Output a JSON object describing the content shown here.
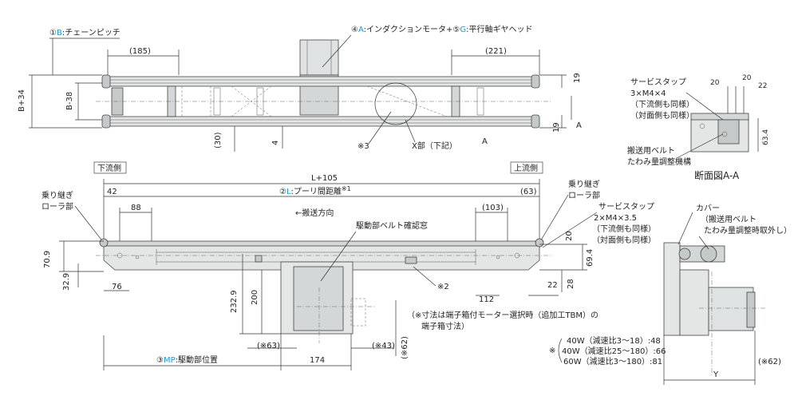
{
  "top_view": {
    "label_belt_pitch_num": "①",
    "label_belt_pitch_code": "B",
    "label_belt_pitch_text": ":チェーンピッチ",
    "label_motor_num": "④",
    "label_motor_code": "A",
    "label_motor_text": ":インダクションモータ+",
    "label_gear_num": "⑤",
    "label_gear_code": "G",
    "label_gear_text": ":平行軸ギヤヘッド",
    "dim_185": "(185)",
    "dim_221": "(221)",
    "dim_b34": "B+34",
    "dim_b38": "B-38",
    "dim_30": "(30)",
    "dim_4": "4",
    "dim_19a": "19",
    "dim_19b": "19",
    "label_A1": "A",
    "label_A2": "A",
    "note_3": "※3",
    "label_x": "X部（下記）"
  },
  "section_view": {
    "service_tap": "サービスタップ",
    "tap_spec": "3×M4×4",
    "tap_note1": "（下流側も同様）",
    "tap_note2": "（対面側も同様）",
    "dim_20a": "20",
    "dim_20b": "20",
    "dim_22": "22",
    "dim_634": "63.4",
    "belt_adjust1": "搬送用ベルト",
    "belt_adjust2": "たわみ量調整機構",
    "title": "断面図A-A"
  },
  "front_view": {
    "downstream": "下流側",
    "upstream": "上流側",
    "dim_l105": "L+105",
    "pulley_num": "②",
    "pulley_code": "L",
    "pulley_text": ":プーリ間距離",
    "pulley_note": "※1",
    "dim_42": "42",
    "dim_63": "(63)",
    "dim_88": "88",
    "dim_103": "(103)",
    "roller_left1": "乗り継ぎ",
    "roller_left2": "ローラ部",
    "roller_right1": "乗り継ぎ",
    "roller_right2": "ローラ部",
    "direction": "←搬送方向",
    "drive_check": "駆動部ベルト確認窓",
    "service_tap": "サービスタップ",
    "tap_spec": "2×M4×3.5",
    "tap_note1": "（下流側も同様）",
    "tap_note2": "（対面側も同様）",
    "dim_709": "70.9",
    "dim_329": "32.9",
    "dim_76": "76",
    "dim_2329": "232.9",
    "dim_200": "200",
    "dim_20": "20",
    "dim_694": "69.4",
    "dim_28": "28",
    "dim_112": "112",
    "dim_22": "22",
    "note_2": "※2",
    "terminal_note1": "（※寸法は端子箱付モーター選択時（追加工TBM）の",
    "terminal_note2": "端子箱寸法）",
    "dim_s63": "(※63)",
    "dim_s43": "(※43)",
    "dim_s62": "(※62)",
    "drive_num": "③",
    "drive_code": "MP",
    "drive_text": ":駆動部位置",
    "dim_174": "174"
  },
  "motor_table": {
    "mark": "※",
    "row1": "40W（減速比3～18）:48",
    "row2": "40W（減速比25～180）:66",
    "row3": "60W（減速比3～180）:81"
  },
  "side_view": {
    "cover": "カバー",
    "belt_adjust1": "（搬送用ベルト",
    "belt_adjust2": "たわみ量調整時取外し）",
    "dim_y": "Y",
    "dim_s62": "(※62)"
  }
}
